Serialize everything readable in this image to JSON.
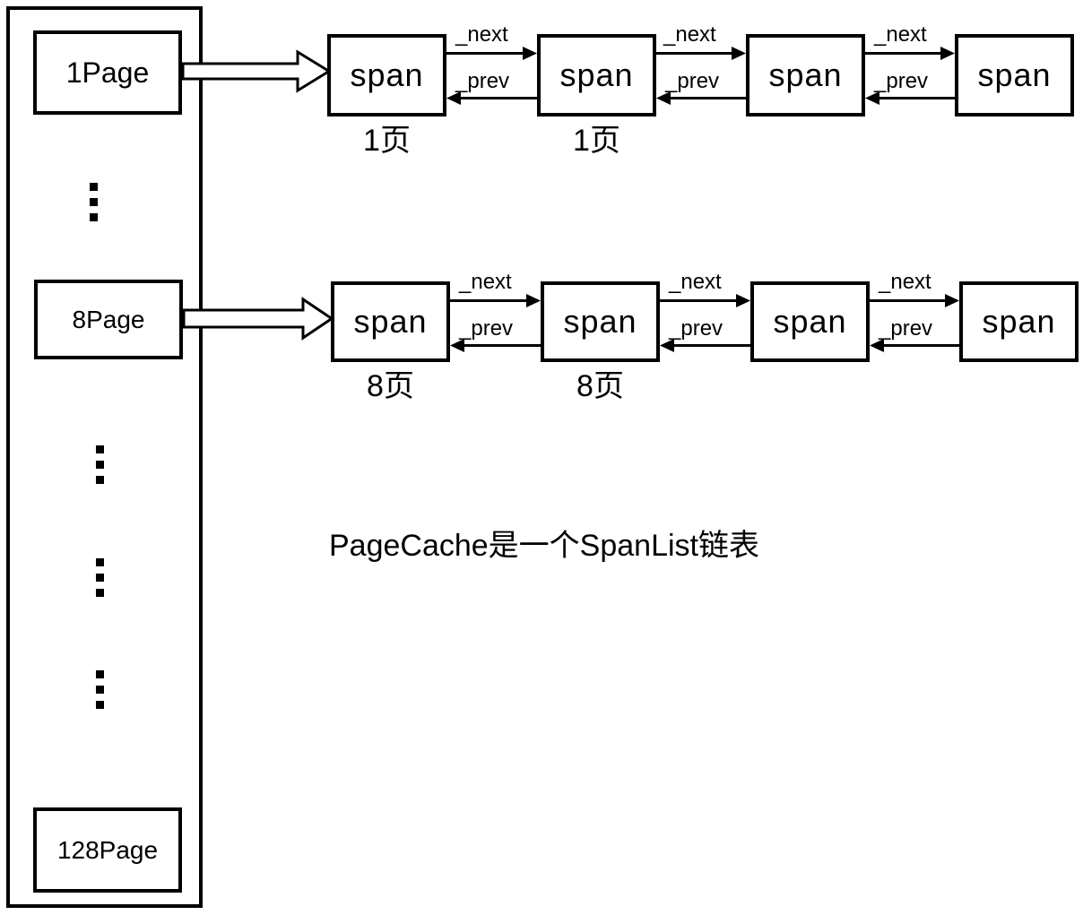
{
  "diagram": {
    "caption": "PageCache是一个SpanList链表",
    "colors": {
      "line": "#000000",
      "background": "#ffffff"
    },
    "icons": {
      "vertical_ellipsis": "⋮",
      "bucket_arrow": "hollow-right-arrow",
      "next_arrow": "right-arrow",
      "prev_arrow": "left-arrow"
    },
    "pagecache_column": {
      "items": [
        {
          "label": "1Page"
        },
        {
          "label": "8Page"
        },
        {
          "label": "128Page"
        }
      ]
    },
    "edge_labels": {
      "next": "_next",
      "prev": "_prev"
    },
    "rows": [
      {
        "spans": [
          {
            "label": "span",
            "page_label": "1页"
          },
          {
            "label": "span",
            "page_label": "1页"
          },
          {
            "label": "span",
            "page_label": ""
          },
          {
            "label": "span",
            "page_label": ""
          }
        ]
      },
      {
        "spans": [
          {
            "label": "span",
            "page_label": "8页"
          },
          {
            "label": "span",
            "page_label": "8页"
          },
          {
            "label": "span",
            "page_label": ""
          },
          {
            "label": "span",
            "page_label": ""
          }
        ]
      }
    ]
  }
}
